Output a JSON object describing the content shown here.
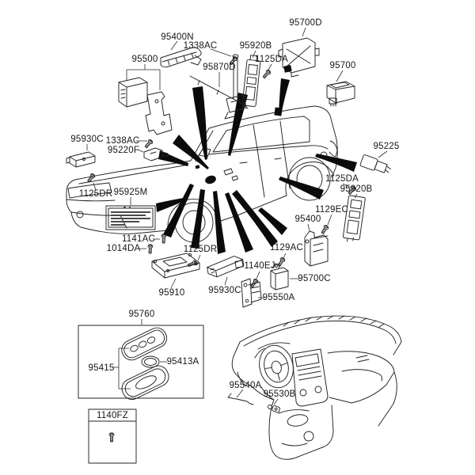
{
  "diagram": {
    "type": "vehicle-relay-module-parts-location-diagram",
    "colors": {
      "background": "#ffffff",
      "line": "#232323",
      "arrow": "#0b0b0b",
      "text": "#161616"
    },
    "labels": {
      "p95700d": "95700D",
      "p95400n": "95400N",
      "p1338ac_top": "1338AC",
      "p95920b_top": "95920B",
      "p1125da_top": "1125DA",
      "p95700": "95700",
      "p95500": "95500",
      "p95870d": "95870D",
      "p95930c_left": "95930C",
      "p1338ac_left": "1338AC",
      "p95220f": "95220F",
      "p1125dr_left": "1125DR",
      "p95925m": "95925M",
      "p95225": "95225",
      "p1125da_right": "1125DA",
      "p95920b_right": "95920B",
      "p1129ec": "1129EC",
      "p95400": "95400",
      "p1141ac": "1141AC",
      "p1014da": "1014DA",
      "p1125dr_bottom": "1125DR",
      "p1129ac": "1129AC",
      "p95910": "95910",
      "p95930c_bottom": "95930C",
      "p1140ej": "1140EJ",
      "p95700c": "95700C",
      "p95550a": "95550A",
      "p95760": "95760",
      "p95415": "95415",
      "p95413a": "95413A",
      "p1140fz": "1140FZ",
      "p95540a": "95540A",
      "p95530b": "95530B"
    }
  }
}
